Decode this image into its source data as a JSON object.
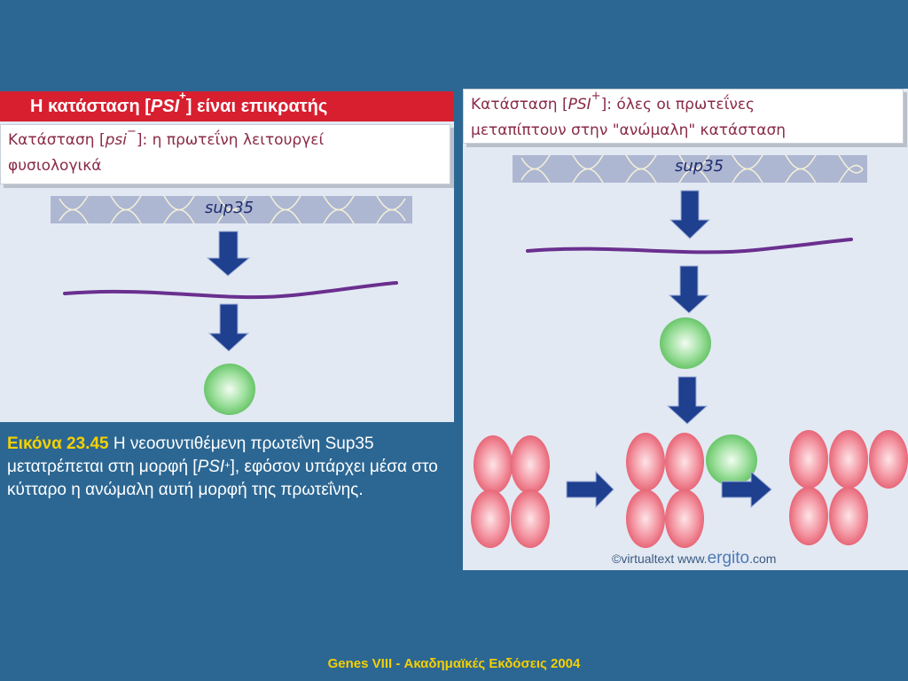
{
  "left": {
    "header_prefix": "Η κατάσταση [",
    "header_term": "PSI",
    "header_sup": "+",
    "header_suffix": "] είναι επικρατής",
    "state_prefix": "Κατάσταση [",
    "state_term": "psi",
    "state_sup": "−",
    "state_suffix": "]: η πρωτεΐνη λειτουργεί",
    "state_line2": "φυσιολογικά",
    "gene_label": "sup35"
  },
  "right": {
    "state_prefix": "Κατάσταση [",
    "state_term": "PSI",
    "state_sup": "+",
    "state_suffix": "]: όλες οι πρωτεΐνες",
    "state_line2": "μεταπίπτουν στην \"ανώμαλη\" κατάσταση",
    "gene_label": "sup35",
    "credit_prefix": "©virtualtext  www.",
    "credit_brand": "ergito",
    "credit_suffix": ".com"
  },
  "caption": {
    "fig_num": "Εικόνα 23.45",
    "text_a": " Η νεοσυντιθέμενη πρωτεΐνη Sup35 μετατρέπεται στη μορφή [",
    "term": "PSI",
    "sup": "+",
    "text_b": "], εφόσον υπάρχει μέσα στο κύτταρο η ανώμαλη αυτή μορφή της πρωτεΐνης."
  },
  "footer": "Genes VIII - Ακαδημαϊκές Εκδόσεις 2004",
  "colors": {
    "background": "#2c6793",
    "header_red": "#d81f2f",
    "mrna_purple": "#6a2f8f",
    "arrow_navy": "#1f3f8f",
    "normal_protein_green": "#7fd67f",
    "prion_protein_pink": "#f07a88",
    "caption_highlight": "#f5d000"
  }
}
